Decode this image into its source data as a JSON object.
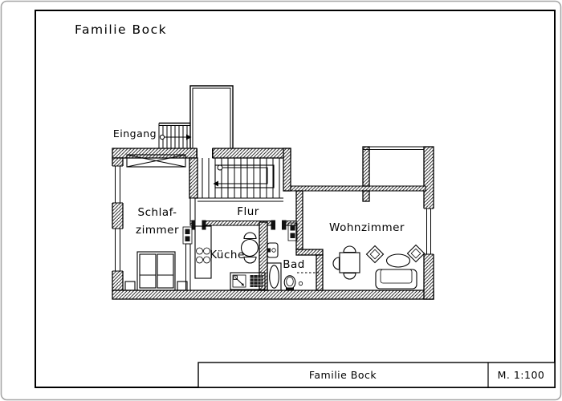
{
  "drawing": {
    "title": "Familie Bock"
  },
  "plan": {
    "labels": {
      "eingang": "Eingang",
      "schlafzimmer1": "Schlaf-",
      "schlafzimmer2": "zimmer",
      "flur": "Flur",
      "kueche": "Küche",
      "bad": "Bad",
      "wohnzimmer": "Wohnzimmer"
    }
  },
  "title_block": {
    "project": "Familie Bock",
    "scale": "M. 1:100"
  },
  "colors": {
    "ink": "#000000",
    "paper": "#ffffff",
    "window_border": "#a6a6a6"
  }
}
